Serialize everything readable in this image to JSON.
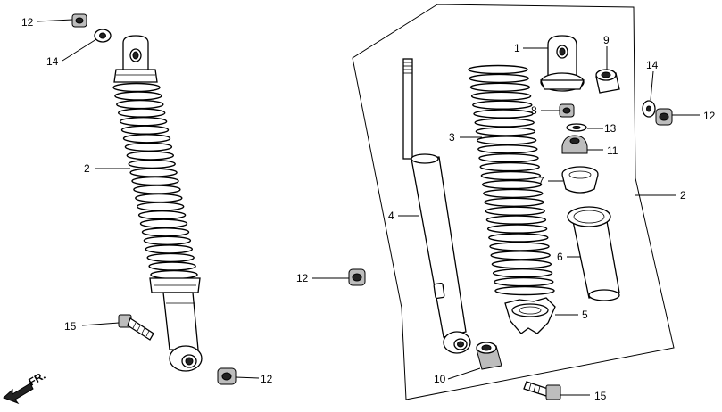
{
  "direction_label": "FR.",
  "callouts": [
    {
      "id": "left-12-top",
      "text": "12"
    },
    {
      "id": "left-14",
      "text": "14"
    },
    {
      "id": "left-2",
      "text": "2"
    },
    {
      "id": "left-15",
      "text": "15"
    },
    {
      "id": "left-12-bottom",
      "text": "12"
    },
    {
      "id": "mid-12",
      "text": "12"
    },
    {
      "id": "ex-1",
      "text": "1"
    },
    {
      "id": "ex-9",
      "text": "9"
    },
    {
      "id": "ex-8",
      "text": "8"
    },
    {
      "id": "ex-13",
      "text": "13"
    },
    {
      "id": "ex-11",
      "text": "11"
    },
    {
      "id": "ex-3",
      "text": "3"
    },
    {
      "id": "ex-7",
      "text": "7"
    },
    {
      "id": "ex-4",
      "text": "4"
    },
    {
      "id": "ex-6",
      "text": "6"
    },
    {
      "id": "ex-5",
      "text": "5"
    },
    {
      "id": "ex-10",
      "text": "10"
    },
    {
      "id": "ex-15",
      "text": "15"
    },
    {
      "id": "right-14",
      "text": "14"
    },
    {
      "id": "right-12",
      "text": "12"
    },
    {
      "id": "right-2",
      "text": "2"
    }
  ]
}
